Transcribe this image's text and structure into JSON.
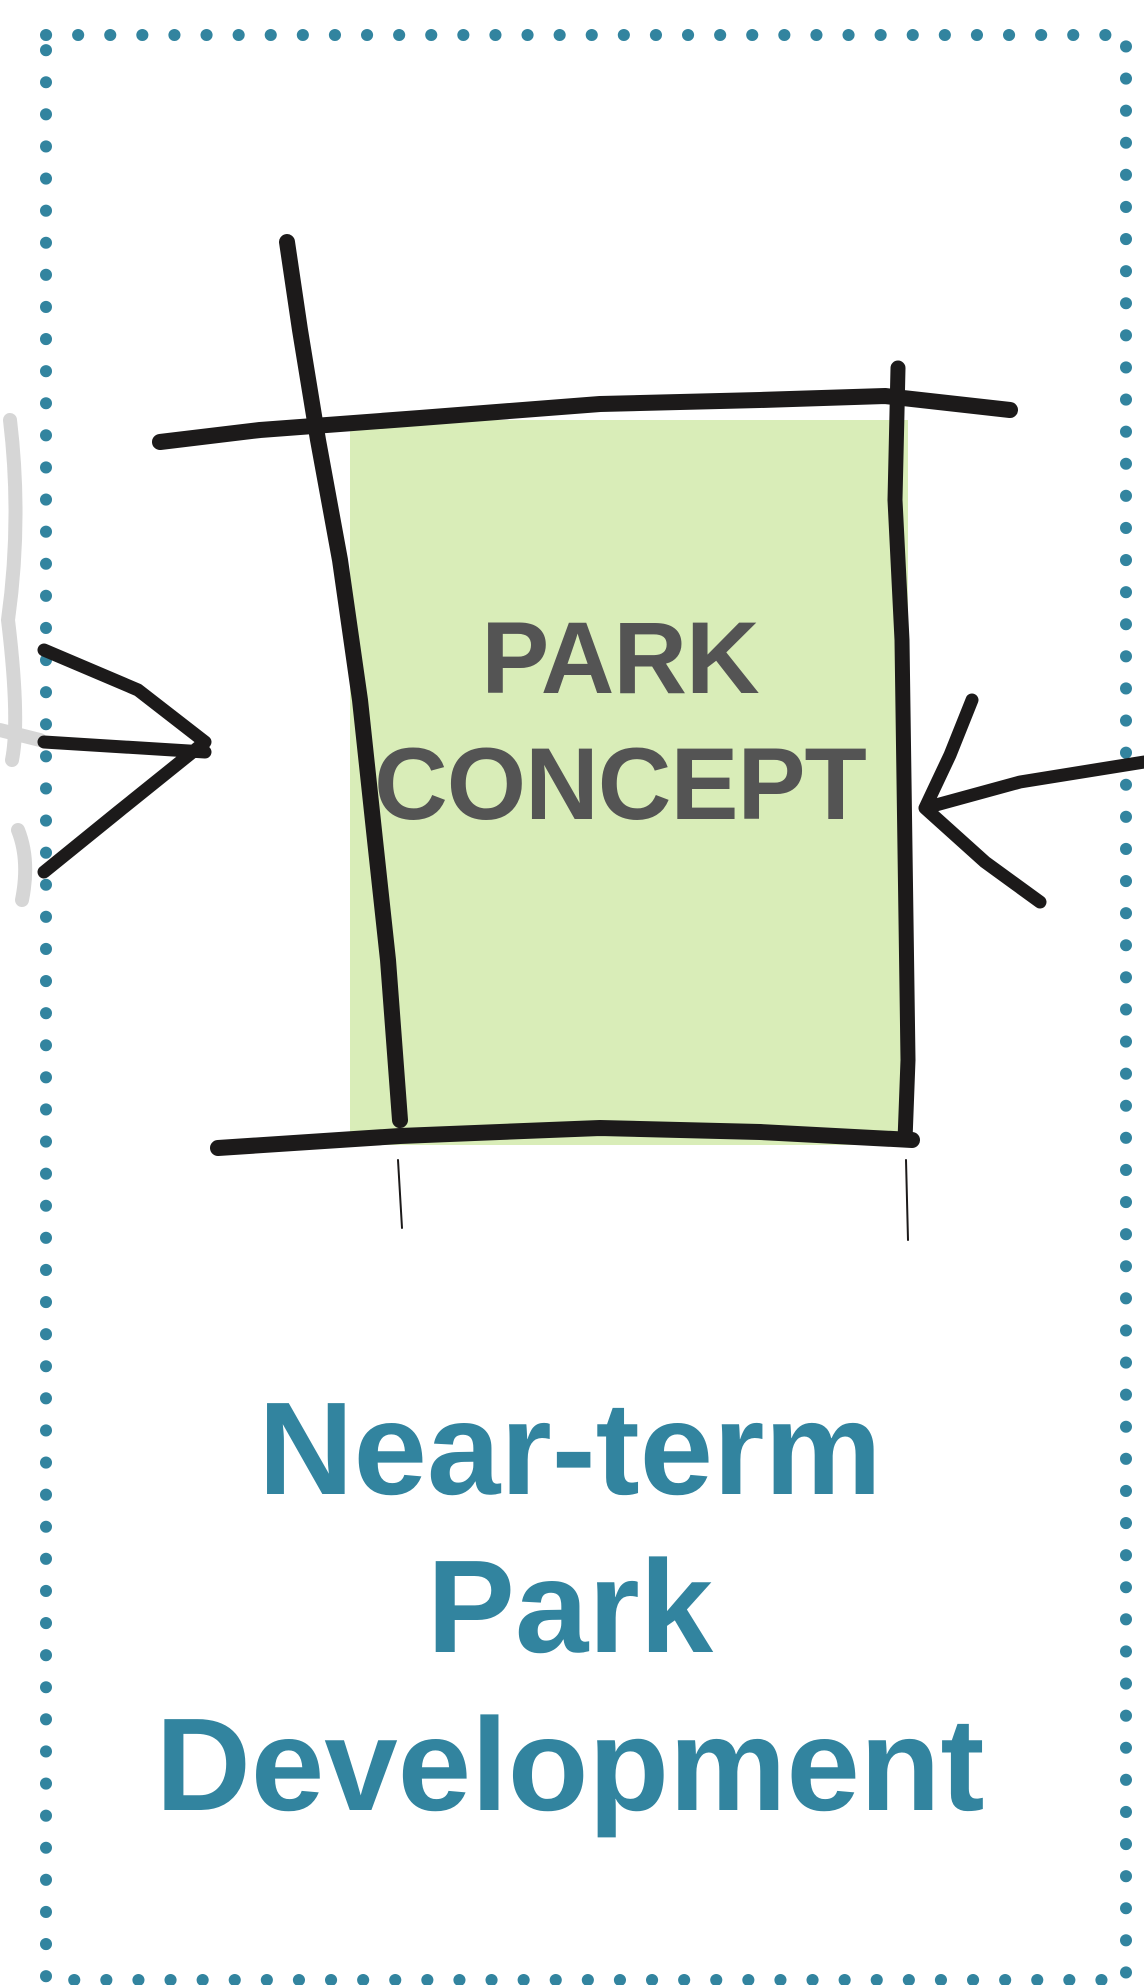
{
  "colors": {
    "border": "#32849f",
    "park_fill": "#d9edb8",
    "stroke": "#1c1a1a",
    "ghost_stroke": "#d6d6d6",
    "concept_text": "#545454",
    "title_text": "#32849f"
  },
  "park_concept": {
    "line1": "PARK",
    "line2": "CONCEPT"
  },
  "phase_title": {
    "line1": "Near-term",
    "line2": "Park",
    "line3": "Development"
  },
  "icons": {
    "left_arrow": "chevron-right-arrow-icon",
    "right_arrow": "chevron-left-arrow-icon",
    "park_block": "park-block-sketch"
  }
}
